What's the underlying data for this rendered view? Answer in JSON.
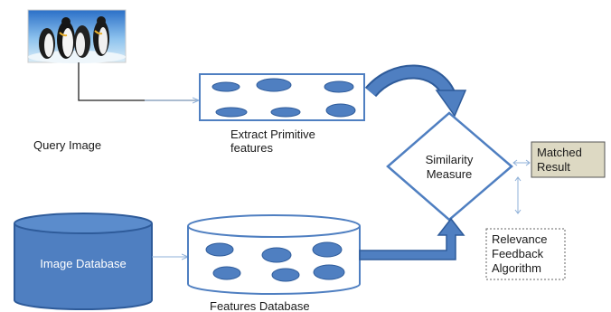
{
  "diagram": {
    "query_image_label": "Query Image",
    "extract_label_line1": "Extract Primitive",
    "extract_label_line2": "features",
    "similarity_line1": "Similarity",
    "similarity_line2": "Measure",
    "matched_line1": "Matched",
    "matched_line2": "Result",
    "relevance_line1": "Relevance",
    "relevance_line2": "Feedback",
    "relevance_line3": "Algorithm",
    "image_db_label": "Image Database",
    "features_db_label": "Features Database"
  },
  "colors": {
    "primary_blue": "#4f7fc1",
    "dark_blue": "#2e5b9a",
    "connector": "#8fb0d8",
    "matched_fill": "#ddd9c3"
  }
}
